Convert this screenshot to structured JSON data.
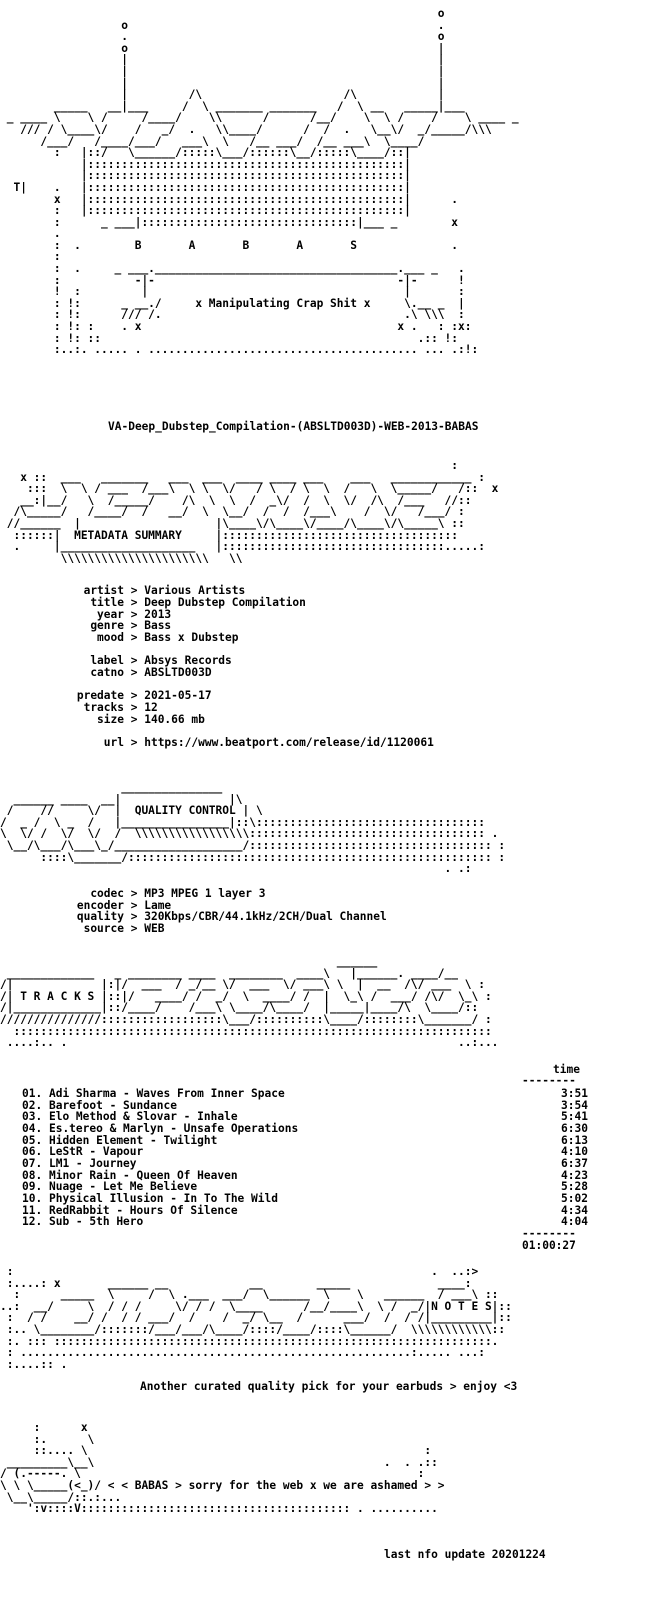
{
  "header_logo": {
    "art": "                                                                 o\n                  o                                              .\n                  .                                              o\n                  o                                              |\n                  |                                              |\n                  |                                              |\n                  |                                              |\n                  |         /\\                     /\\            |\n        _____   __|___     /  \\ _______ _______   /  \\ __   _____|___\n _ ____ \\    \\ /     /____/    \\\\      /      /__/    \\  \\ /    /    \\ ____ _\n   /// / \\____\\/    /   _/  .   \\\\____/      /  /  .   \\__\\/  _/_____/\\\\\\\n      /___/   /____/___/   ___\\  \\   /__ ___/  /__ ___\\  \\____/\n        :   |::/   \\______/:::::\\___/::::::\\__/:::::\\____/::|\n            |:::::::::::::::::::::::::::::::::::::::::::::::|\n            |:::::::::::::::::::::::::::::::::::::::::::::::|\n  T|    .   |:::::::::::::::::::::::::::::::::::::::::::::::|\n        x   |:::::::::::::::::::::::::::::::::::::::::::::::|      .\n        :   |:::::::::::::::::::::::::::::::::::::::::::::::|\n        :      _ ___|::::::::::::::::::::::::::::::::|___ _        x\n        .\n        :  .        B       A       B       A       S              .\n        :\n        :  .     _ ___.____________________________________.___ _   .\n        :           -|-                                    -|-      !\n        !  :         |                                      |       :\n        : !:      _ __./     x Manipulating Crap Shit x     \\.__ _  |\n        : !:      /// /.                                    .\\ \\\\\\  :\n        : !: :    . x                                      x .   : :x:\n        : !: ::                                               .:: !:\n        :..:. ..... . ........................................ ... .:!:"
  },
  "release_name": "VA-Deep_Dubstep_Compilation-(ABSLTD003D)-WEB-2013-BABAS",
  "metadata_banner": {
    "art": "                                                                   :\n   x ::  ___   _______   ___  ___  ____ ____ ___    ___   ____________ :\n    :::  \\  \\ / ___  /___\\  \\ \\  \\/   / \\  / \\  \\  /   \\  \\_____/   /::  x\n   __:|__/   \\  /_____/    /\\  \\  \\  /  _\\/  /  \\  \\/  /\\  /___   //::\n  /\\_____/   /____/  /   __/  \\  \\__/  /  /  /___\\    /  \\/   /___/ :\n //______  |                    |\\____\\/\\____\\/____/\\____\\/\\_____\\ ::\n  ::::::|  METADATA SUMMARY     |:::::::::::::::::::::::::::::::::::\n  .     |____________________   |:::::::::::::::::::::::::::::::::.....:\n         \\\\\\\\\\\\\\\\\\\\\\\\\\\\\\\\\\\\\\\\\\\\   \\\\"
  },
  "metadata": [
    {
      "key": "artist",
      "value": "Various Artists"
    },
    {
      "key": "title",
      "value": "Deep Dubstep Compilation"
    },
    {
      "key": "year",
      "value": "2013"
    },
    {
      "key": "genre",
      "value": "Bass"
    },
    {
      "key": "mood",
      "value": "Bass x Dubstep"
    },
    {
      "key": "label",
      "value": "Absys Records"
    },
    {
      "key": "catno",
      "value": "ABSLTD003D"
    },
    {
      "key": "predate",
      "value": "2021-05-17"
    },
    {
      "key": "tracks",
      "value": "12"
    },
    {
      "key": "size",
      "value": "140.66 mb"
    },
    {
      "key": "url",
      "value": "https://www.beatport.com/release/id/1120061"
    }
  ],
  "quality_banner": {
    "art": "                  _______________\n  ______ ____  __|                |\\\n /    //     \\/  |  QUALITY CONTROL | \\\n/  _ /  \\ _  /   |________________|::\\::::::::::::::::::::::::::::::::::\n\\  \\/ /  \\/  \\/  /  \\\\\\\\\\\\\\\\\\\\\\\\\\\\\\\\\\::::::::::::::::::::::::::::::::::: .\n \\__/\\___/\\___\\_/___________________/:::::::::::::::::::::::::::::::::::: :\n      ::::\\_______/:::::::::::::::::::::::::::::::::::::::::::::::::::::: :\n                                                                  . .:"
  },
  "quality": [
    {
      "key": "codec",
      "value": "MP3 MPEG 1 layer 3"
    },
    {
      "key": "encoder",
      "value": "Lame"
    },
    {
      "key": "quality",
      "value": "320Kbps/CBR/44.1kHz/2CH/Dual Channel"
    },
    {
      "key": "source",
      "value": "WEB"
    }
  ],
  "tracks_banner": {
    "art": "                                                  ______\n _____________   _ ________ ____  ________  ____\\   |______. ____/__\n/|             |:|/  ___  / _/__ \\/  ___  \\/ ___\\ \\  |  __  /\\/ ___  \\ :\n/| T R A C K S |::|/   ____/ /  _/  \\  ____/ /  |  \\_\\ /  ___/ /\\/  \\_\\ :\n/|_____________|::/____/    /___\\ \\____/\\____/  |_____|____/\\  \\____/::\n///////////////::::::::::::::::::\\___/::::::::::\\____/::::::::\\_______/ :\n  :::::::::::::::::::::::::::::::::::::::::::::::::::::::::::::::::::::::\n ....:.. .                                                          ..:...",
    "time_label": "time",
    "time_rule": "--------",
    "total_rule": "--------"
  },
  "tracks": [
    {
      "num": "01.",
      "title": "Adi Sharma - Waves From Inner Space",
      "time": "3:51"
    },
    {
      "num": "02.",
      "title": "Barefoot - Sundance",
      "time": "3:54"
    },
    {
      "num": "03.",
      "title": "Elo Method & Slovar - Inhale",
      "time": "5:41"
    },
    {
      "num": "04.",
      "title": "Es.tereo & Marlyn - Unsafe Operations",
      "time": "6:30"
    },
    {
      "num": "05.",
      "title": "Hidden Element - Twilight",
      "time": "6:13"
    },
    {
      "num": "06.",
      "title": "LeStR - Vapour",
      "time": "4:10"
    },
    {
      "num": "07.",
      "title": "LM1 - Journey",
      "time": "6:37"
    },
    {
      "num": "08.",
      "title": "Minor Rain - Queen Of Heaven",
      "time": "4:23"
    },
    {
      "num": "09.",
      "title": "Nuage - Let Me Believe",
      "time": "5:28"
    },
    {
      "num": "10.",
      "title": "Physical Illusion - In To The Wild",
      "time": "5:02"
    },
    {
      "num": "11.",
      "title": "RedRabbit - Hours Of Silence",
      "time": "4:34"
    },
    {
      "num": "12.",
      "title": "Sub - 5th Hero",
      "time": "4:04"
    }
  ],
  "total_time": "01:00:27",
  "notes_banner": {
    "art": " :                                                              .  ..:>\n :....: x       ______ __            __        _____             ____:\n  :      _____  \\     /  \\ .___  ___/  \\______  \\    \\   ______  / ___\\ ::\n..:  __/     \\  / / /     \\/ / /  \\____      /__/____\\  \\ /  _/|N O T E S|::\n :  / /    __/ /  / / ___/  /    /  _/ \\__  /      ___/  /  / /|_________|::\n :.. \\________/:::::::/___/___/\\____/::::/____/::::\\______/  \\\\\\\\\\\\\\\\\\\\\\\\::\n :. ::: :::::::::::::::::::::::::::::::::::::::::::::::::::::::::::::::::.\n : ..........................................................:..... ...:\n :....:: ."
  },
  "notes_text": "Another curated quality pick for your earbuds > enjoy <3",
  "footer": {
    "art": "     :      x\n     :.      \\\n     ::.... \\                                                  :\n _________\\__\\                                           .  . .::\n/ (.-----. \\                                                  :\n\\ \\ \\_____(<_)/ < < BABAS > sorry for the web x we are ashamed > >\n \\__\\_____/::.:...\n    ':v::::V:::::::::::::::::::::::::::::::::::::::: . ..........",
    "update_text": "last nfo update 20201224"
  }
}
